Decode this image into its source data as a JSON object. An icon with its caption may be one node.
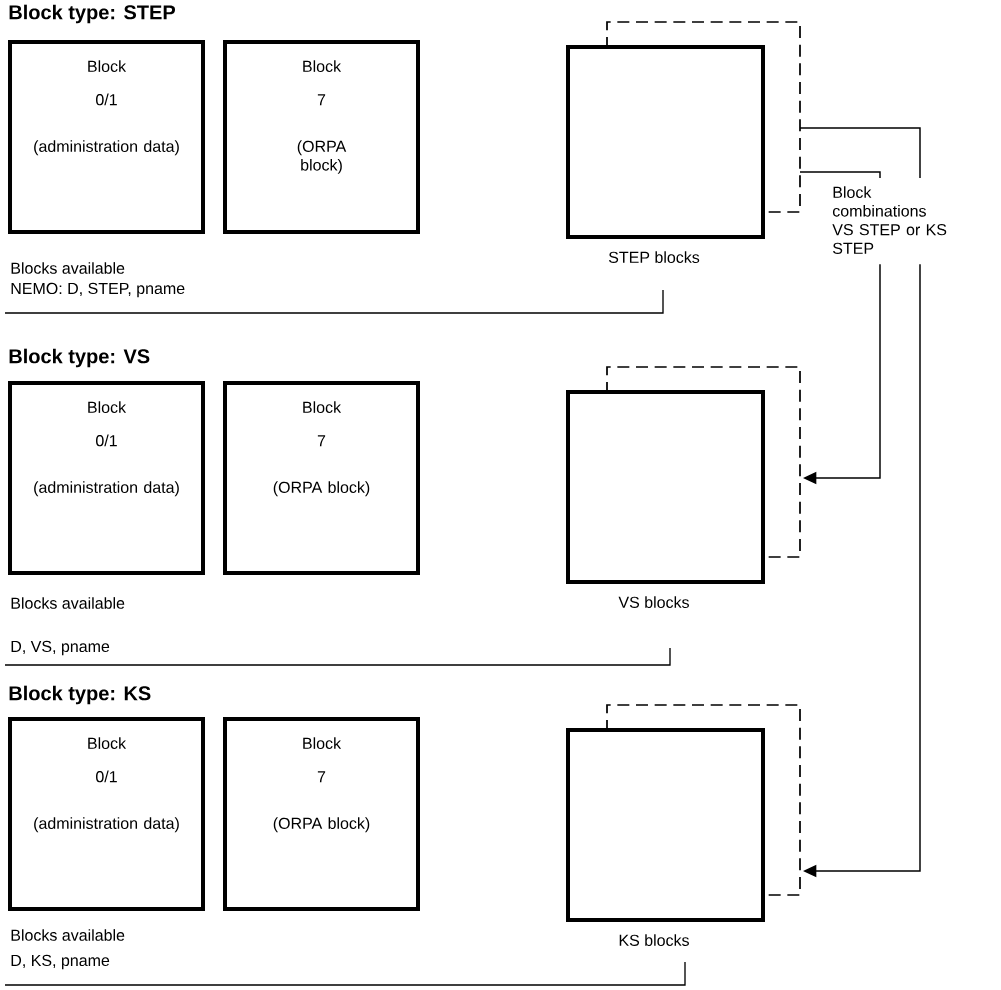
{
  "diagram": {
    "nodes": [
      {
        "text": [
          "Block",
          "0/1",
          "(administration data)"
        ]
      },
      {
        "text": [
          "Block",
          "7",
          "(ORPA block)"
        ]
      },
      {
        "text": [],
        "shape": "box",
        "beside": [
          "STEP blocks"
        ]
      },
      {
        "text": [
          "Block",
          "0/1",
          "(administration data)"
        ]
      },
      {
        "text": [
          "Block",
          "7",
          "(ORPA block)"
        ]
      },
      {
        "text": [],
        "shape": "box",
        "beside": [
          "VS blocks"
        ]
      },
      {
        "text": [
          "Block",
          "0/1",
          "(administration data)"
        ]
      },
      {
        "text": [
          "Block",
          "7",
          "(ORPA block)"
        ]
      },
      {
        "text": [],
        "shape": "box",
        "beside": [
          "KS blocks"
        ]
      },
      {
        "text": [
          "Block combinations VS STEP or KS STEP"
        ]
      }
    ],
    "edges": [
      {
        "from": 2,
        "to": 9,
        "arrow": "none"
      },
      {
        "from": 2,
        "to": 9,
        "arrow": "none"
      },
      {
        "from": 9,
        "to": 5,
        "arrow": "to"
      },
      {
        "from": 9,
        "to": 8,
        "arrow": "to"
      }
    ],
    "labels": [
      "Block type: STEP",
      "Blocks available",
      "NEMO: D, STEP, pname",
      "Block type: VS",
      "Blocks available",
      "D, VS, pname",
      "Block type: KS",
      "Blocks available",
      "D, KS, pname"
    ]
  }
}
